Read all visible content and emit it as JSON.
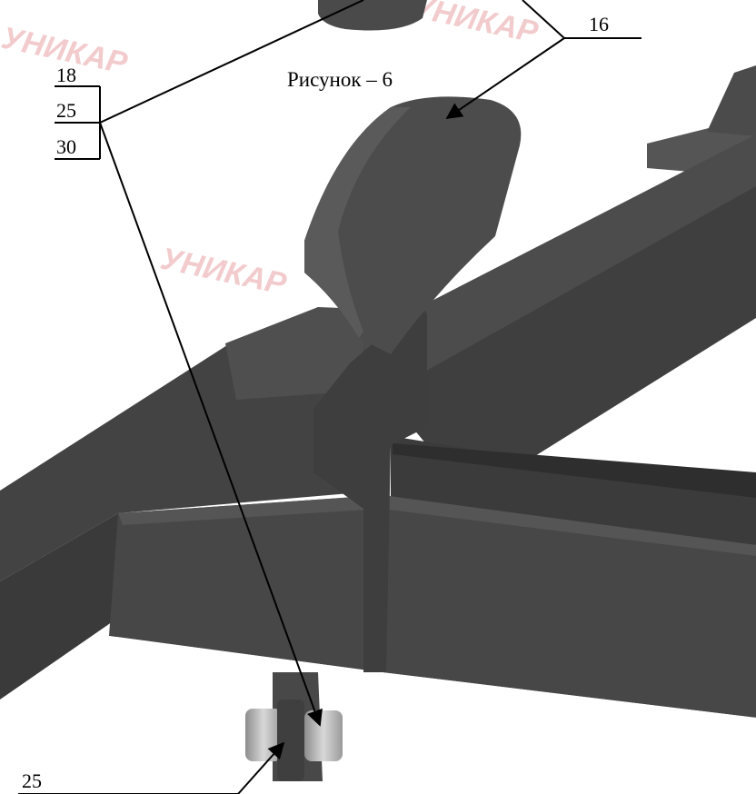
{
  "caption": "Рисунок – 6",
  "watermark": "УНИКАР",
  "callouts": {
    "top_right": "16",
    "stack": [
      "18",
      "25",
      "30"
    ],
    "bottom_left": "25"
  },
  "colors": {
    "frame_dark": "#3a3a3a",
    "frame_face": "#474747",
    "frame_light": "#545454",
    "bolt": "#b7b7b7",
    "watermark": "#e8a0a4",
    "leader": "#000000"
  }
}
